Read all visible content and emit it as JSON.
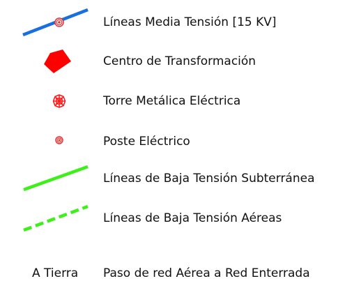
{
  "legend": {
    "items": [
      {
        "label": "Líneas Media Tensión [15 KV]",
        "icon": "mv-line-with-post-icon",
        "color": "#1a6fe0"
      },
      {
        "label": "Centro de Transformación",
        "icon": "transformer-center-icon",
        "color": "#ff0000"
      },
      {
        "label": "Torre Metálica Eléctrica",
        "icon": "metal-tower-icon",
        "color": "#ff0000"
      },
      {
        "label": "Poste Eléctrico",
        "icon": "electric-post-icon",
        "color": "#ff0000"
      },
      {
        "label": "Líneas de Baja Tensión Subterránea",
        "icon": "lv-underground-line-icon",
        "color": "#3ef01a"
      },
      {
        "label": "Líneas de Baja Tensión Aéreas",
        "icon": "lv-aerial-line-icon",
        "color": "#3ef01a"
      },
      {
        "label": "Paso de  red Aérea a Red Enterrada",
        "icon_text": "A Tierra",
        "icon": "ground-transition-text"
      }
    ]
  }
}
